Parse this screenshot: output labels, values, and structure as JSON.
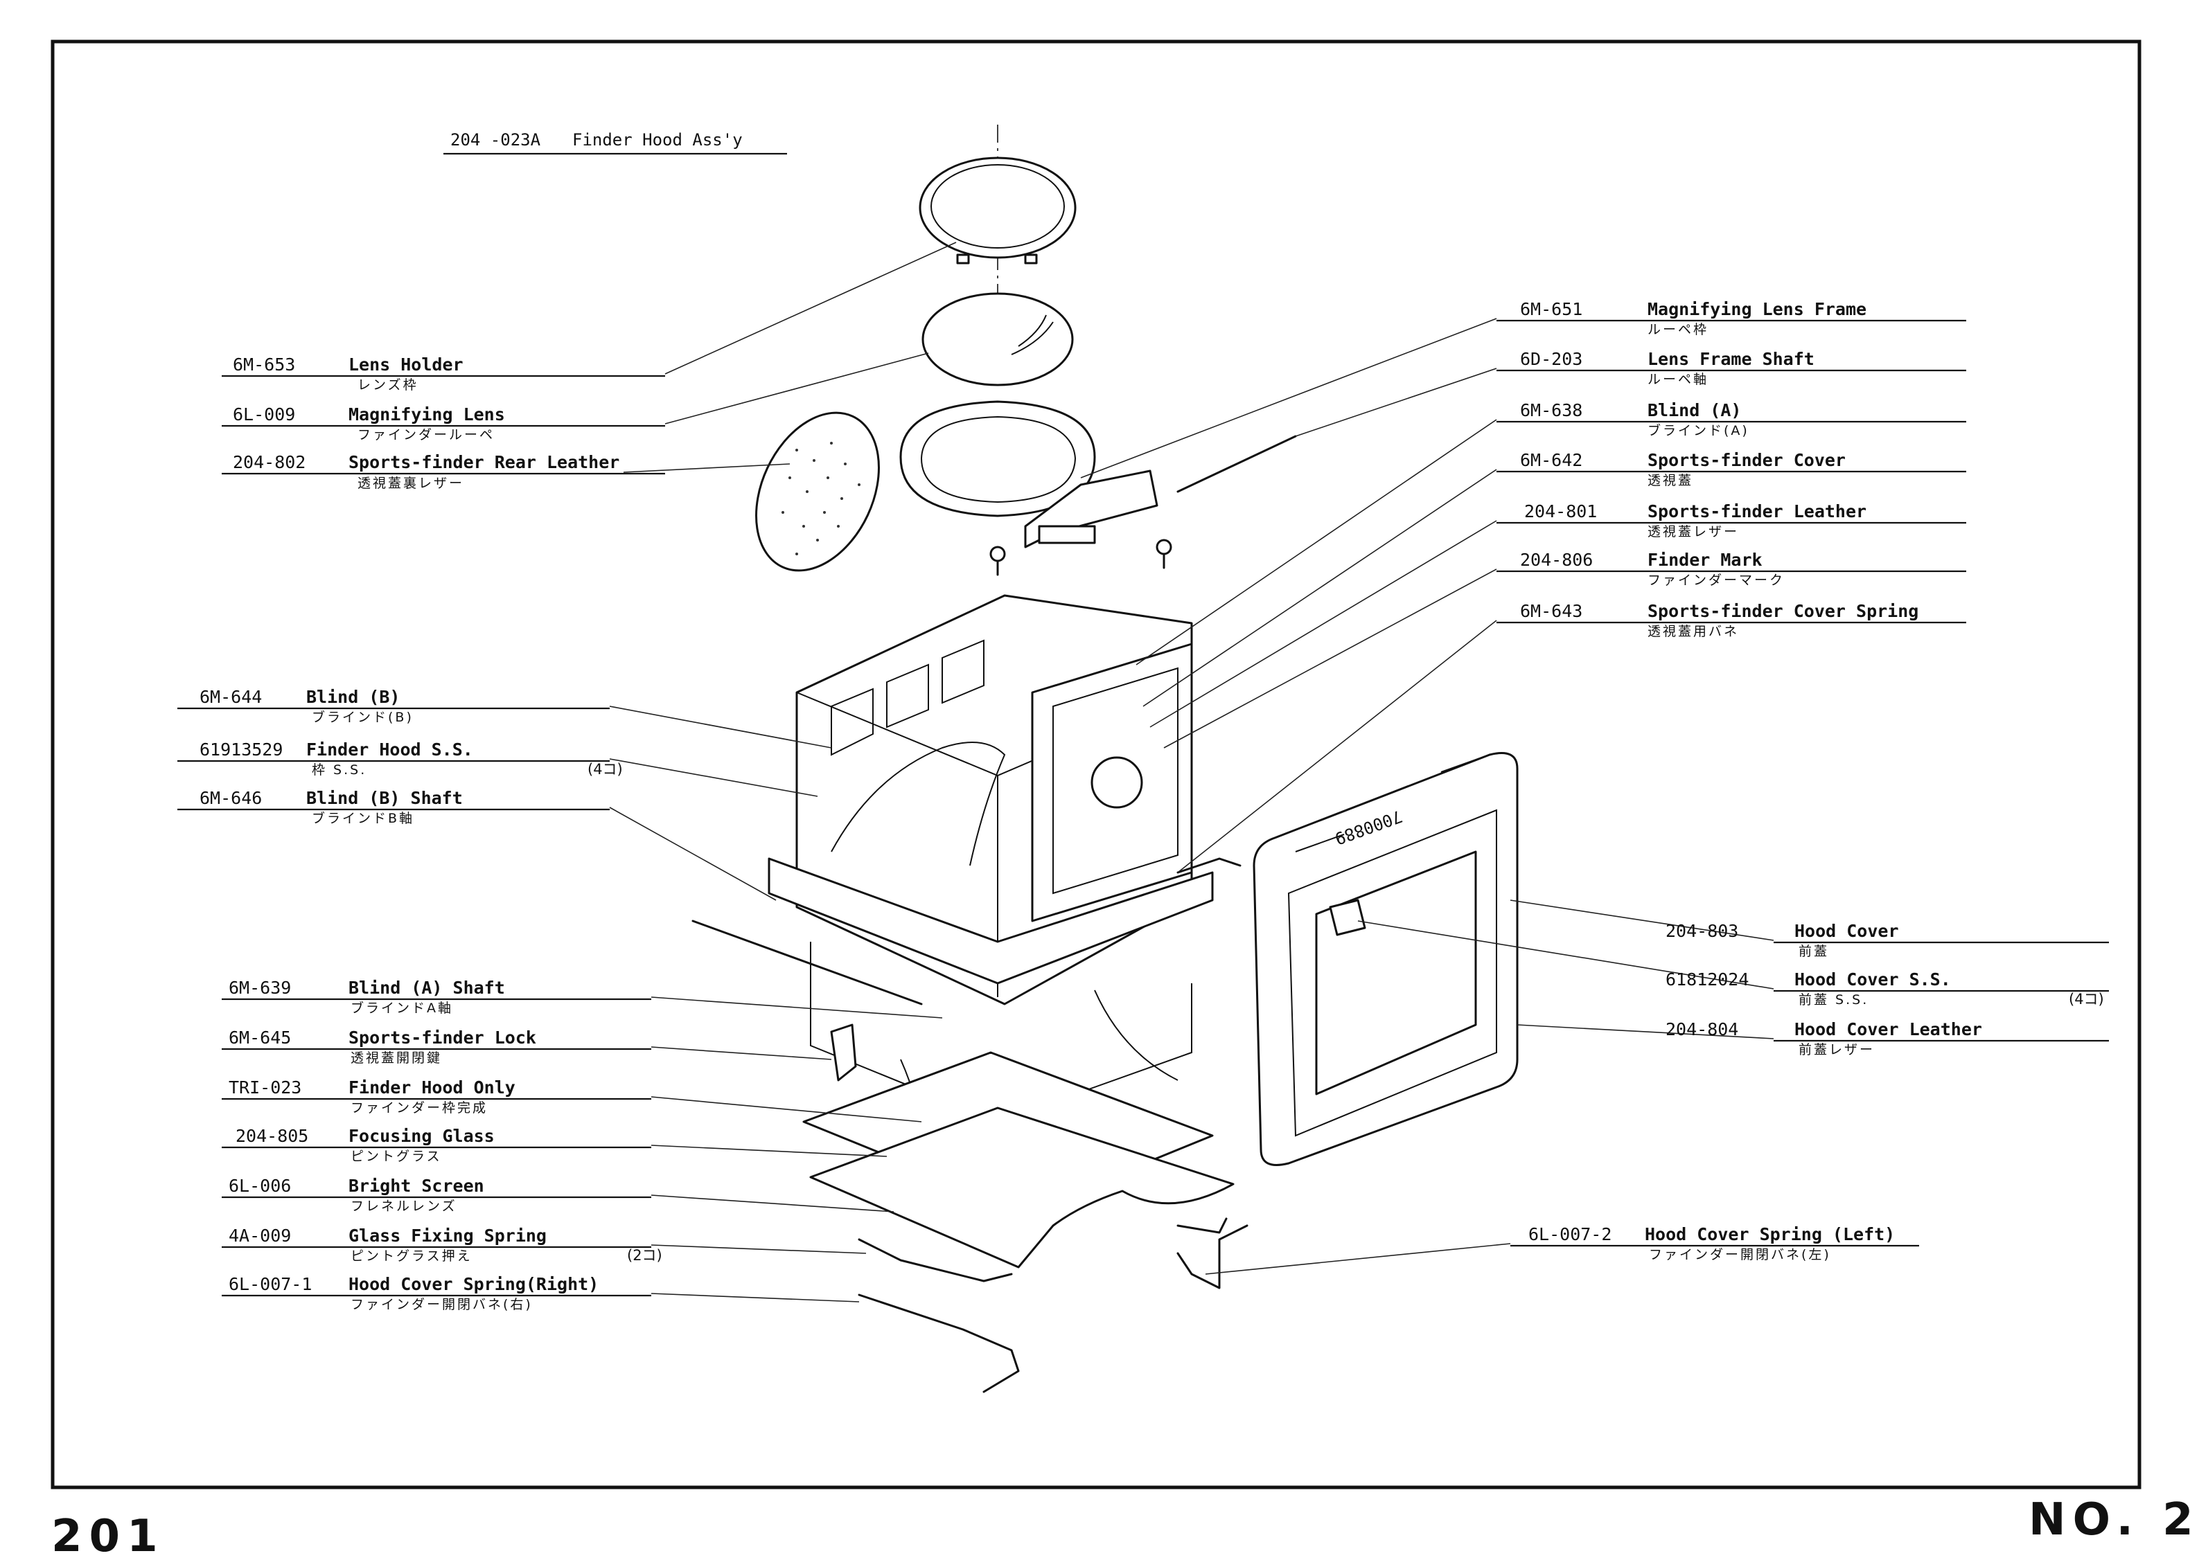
{
  "assembly": {
    "number": "204 -023A",
    "name": "Finder Hood Ass'y"
  },
  "parts": [
    {
      "id": "lens-holder",
      "part_no": "6M-653",
      "name": "Lens Holder",
      "jp": "レンズ枠"
    },
    {
      "id": "magnifying-lens",
      "part_no": "6L-009",
      "name": "Magnifying Lens",
      "jp": "ファインダールーペ"
    },
    {
      "id": "sf-rear-leather",
      "part_no": "204-802",
      "name": "Sports-finder Rear Leather",
      "jp": "透視蓋裏レザー"
    },
    {
      "id": "magnifying-lens-frame",
      "part_no": "6M-651",
      "name": "Magnifying Lens Frame",
      "jp": "ルーペ枠"
    },
    {
      "id": "lens-frame-shaft",
      "part_no": "6D-203",
      "name": "Lens Frame Shaft",
      "jp": "ルーペ軸"
    },
    {
      "id": "blind-a",
      "part_no": "6M-638",
      "name": "Blind (A)",
      "jp": "ブラインド(A)"
    },
    {
      "id": "sf-cover",
      "part_no": "6M-642",
      "name": "Sports-finder Cover",
      "jp": "透視蓋"
    },
    {
      "id": "sf-leather",
      "part_no": "204-801",
      "name": "Sports-finder Leather",
      "jp": "透視蓋レザー"
    },
    {
      "id": "finder-mark",
      "part_no": "204-806",
      "name": "Finder Mark",
      "jp": "ファインダーマーク"
    },
    {
      "id": "sf-cover-spring",
      "part_no": "6M-643",
      "name": "Sports-finder Cover Spring",
      "jp": "透視蓋用バネ"
    },
    {
      "id": "blind-b",
      "part_no": "6M-644",
      "name": "Blind (B)",
      "jp": "ブラインド(B)"
    },
    {
      "id": "finder-hood-ss",
      "part_no": "61913529",
      "name": "Finder Hood S.S.",
      "jp": "枠 S.S.",
      "qty": "(4コ)"
    },
    {
      "id": "blind-b-shaft",
      "part_no": "6M-646",
      "name": "Blind (B) Shaft",
      "jp": "ブラインドB軸"
    },
    {
      "id": "hood-cover",
      "part_no": "204-803",
      "name": "Hood Cover",
      "jp": "前蓋"
    },
    {
      "id": "hood-cover-ss",
      "part_no": "61812024",
      "name": "Hood Cover S.S.",
      "jp": "前蓋 S.S.",
      "qty": "(4コ)"
    },
    {
      "id": "hood-cover-leather",
      "part_no": "204-804",
      "name": "Hood Cover Leather",
      "jp": "前蓋レザー"
    },
    {
      "id": "blind-a-shaft",
      "part_no": "6M-639",
      "name": "Blind (A) Shaft",
      "jp": "ブラインドA軸"
    },
    {
      "id": "sf-lock",
      "part_no": "6M-645",
      "name": "Sports-finder Lock",
      "jp": "透視蓋開閉鍵"
    },
    {
      "id": "finder-hood-only",
      "part_no": "TRI-023",
      "name": "Finder Hood Only",
      "jp": "ファインダー枠完成"
    },
    {
      "id": "focusing-glass",
      "part_no": "204-805",
      "name": "Focusing Glass",
      "jp": "ピントグラス"
    },
    {
      "id": "bright-screen",
      "part_no": "6L-006",
      "name": "Bright Screen",
      "jp": "フレネルレンズ"
    },
    {
      "id": "glass-fixing-spring",
      "part_no": "4A-009",
      "name": "Glass Fixing Spring",
      "jp": "ピントグラス押え",
      "qty": "(2コ)"
    },
    {
      "id": "hood-cover-spring-right",
      "part_no": "6L-007-1",
      "name": "Hood Cover Spring(Right)",
      "jp": "ファインダー開閉バネ(右)"
    },
    {
      "id": "hood-cover-spring-left",
      "part_no": "6L-007-2",
      "name": "Hood Cover Spring (Left)",
      "jp": "ファインダー開閉バネ(左)"
    }
  ],
  "hood_cover_serial": "7000889",
  "page": {
    "number": "201",
    "sheet": "NO. 2"
  }
}
